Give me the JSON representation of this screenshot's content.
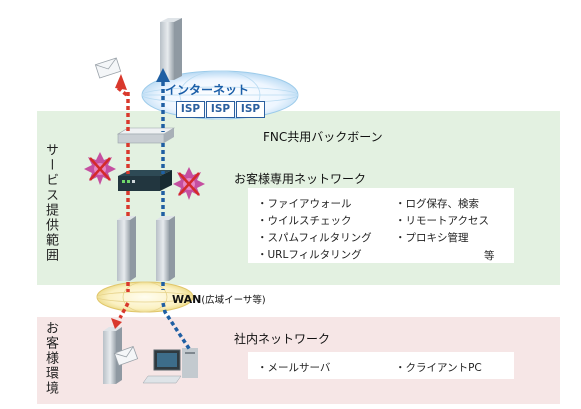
{
  "zones": {
    "service": "サービス提供範囲",
    "customer": "お客様環境"
  },
  "internet": {
    "label": "インターネット",
    "isps": [
      "ISP",
      "ISP",
      "ISP"
    ]
  },
  "backbone": {
    "label": "FNC共用バックボーン"
  },
  "dedicated_network": {
    "label": "お客様専用ネットワーク",
    "features_left": [
      "・ファイアウォール",
      "・ウイルスチェック",
      "・スパムフィルタリング",
      "・URLフィルタリング"
    ],
    "features_right": [
      "・ログ保存、検索",
      "・リモートアクセス",
      "・プロキシ管理"
    ],
    "etc": "等"
  },
  "wan": {
    "label": "WAN",
    "note": "(広域イーサ等)"
  },
  "internal_network": {
    "label": "社内ネットワーク",
    "items": [
      "・メールサーバ",
      "・クライアントPC"
    ]
  },
  "colors": {
    "service_band": "#e3f1e1",
    "customer_band": "#f6e6e6",
    "inbound_line": "#1f5fa3",
    "outbound_line": "#d9382c",
    "blocked_burst": "#c54fa0"
  }
}
